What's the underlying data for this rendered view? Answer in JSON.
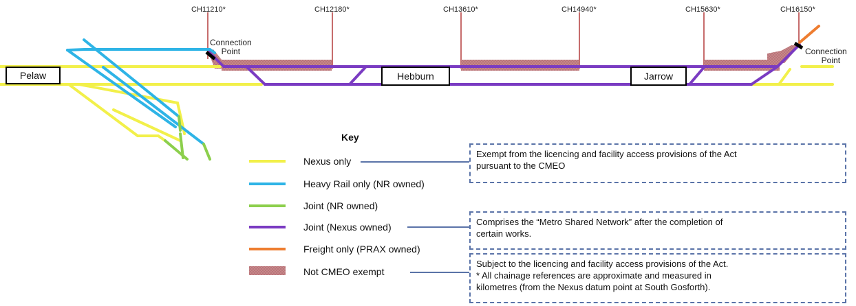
{
  "colors": {
    "nexus_only": "#f2f04a",
    "heavy_rail_only": "#2eb4e6",
    "joint_nr": "#8ccf4c",
    "joint_nexus": "#7a3bc2",
    "freight_only": "#ee7d30",
    "not_cmeo": "#c9898c",
    "chainage_marker": "#b23a3a",
    "note_border": "#5a73a8"
  },
  "stations": [
    "Pelaw",
    "Hebburn",
    "Jarrow"
  ],
  "chainages": [
    "CH11210*",
    "CH12180*",
    "CH13610*",
    "CH14940*",
    "CH15630*",
    "CH16150*"
  ],
  "connection_points": [
    {
      "line1": "Connection",
      "line2": "Point"
    },
    {
      "line1": "Connection",
      "line2": "Point"
    }
  ],
  "key": {
    "title": "Key",
    "items": [
      {
        "label": "Nexus only",
        "color": "#f2f04a"
      },
      {
        "label": "Heavy Rail only (NR owned)",
        "color": "#2eb4e6"
      },
      {
        "label": "Joint (NR owned)",
        "color": "#8ccf4c"
      },
      {
        "label": "Joint (Nexus owned)",
        "color": "#7a3bc2"
      },
      {
        "label": "Freight only (PRAX owned)",
        "color": "#ee7d30"
      },
      {
        "label": "Not CMEO exempt",
        "color": "#c9898c"
      }
    ]
  },
  "notes": [
    {
      "lines": [
        "Exempt from the licencing and facility access provisions of the Act",
        "pursuant to the CMEO"
      ]
    },
    {
      "lines": [
        "Comprises the “Metro Shared Network” after the completion of",
        "certain works."
      ]
    },
    {
      "lines": [
        "Subject to the licencing and facility access provisions of the Act.",
        "* All chainage references are approximate and measured in",
        "kilometres (from the Nexus datum point at South Gosforth)."
      ]
    }
  ]
}
